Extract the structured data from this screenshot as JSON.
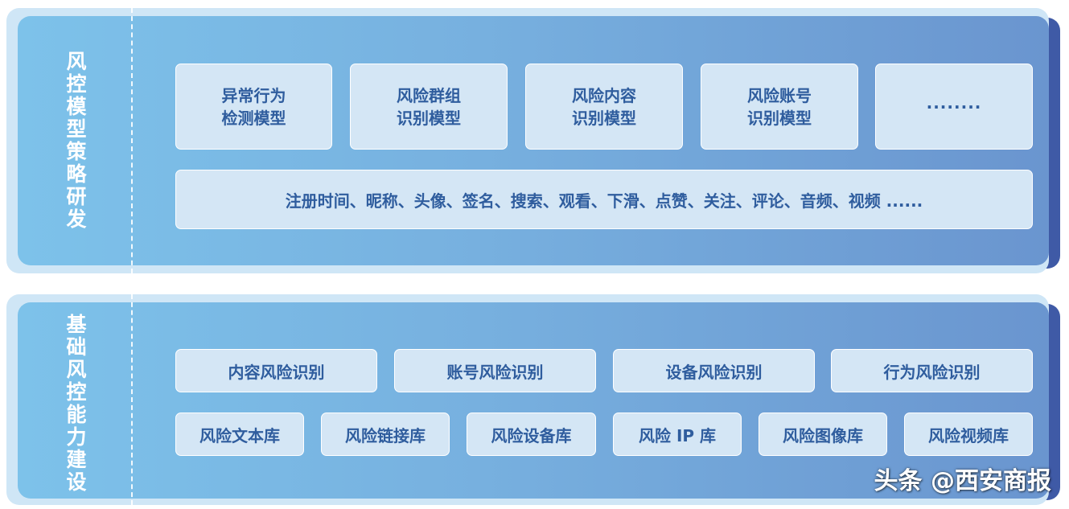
{
  "top_section": {
    "label_chars": [
      "风",
      "控",
      "模",
      "型",
      "策",
      "略",
      "研",
      "发"
    ],
    "models": [
      {
        "line1": "异常行为",
        "line2": "检测模型"
      },
      {
        "line1": "风险群组",
        "line2": "识别模型"
      },
      {
        "line1": "风险内容",
        "line2": "识别模型"
      },
      {
        "line1": "风险账号",
        "line2": "识别模型"
      },
      {
        "line1": "········",
        "line2": ""
      }
    ],
    "features": "注册时间、昵称、头像、签名、搜索、观看、下滑、点赞、关注、评论、音频、视频 ......"
  },
  "bottom_section": {
    "label_chars": [
      "基",
      "础",
      "风",
      "控",
      "能",
      "力",
      "建",
      "设"
    ],
    "capabilities": [
      "内容风险识别",
      "账号风险识别",
      "设备风险识别",
      "行为风险识别"
    ],
    "libraries": [
      "风险文本库",
      "风险链接库",
      "风险设备库",
      "风险 IP 库",
      "风险图像库",
      "风险视频库"
    ]
  },
  "watermark": "头条 @西安商报"
}
